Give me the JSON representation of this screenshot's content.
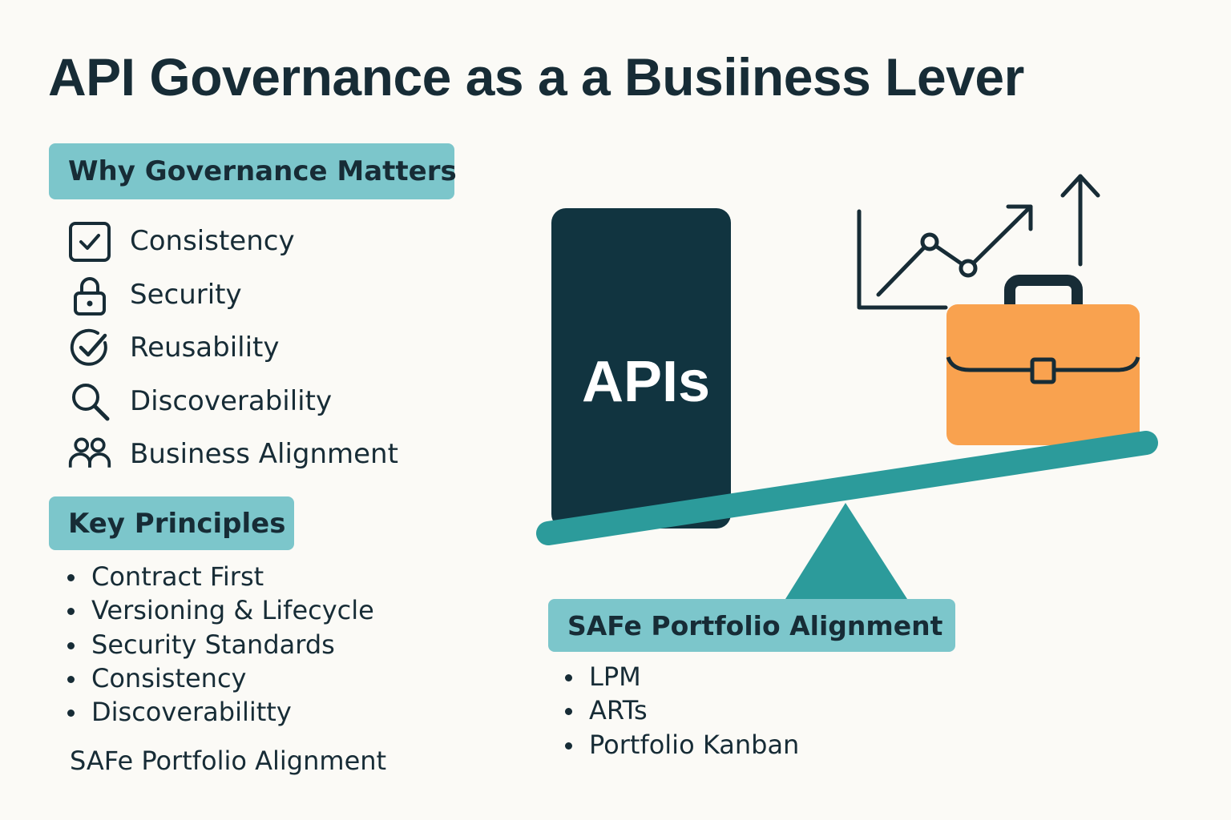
{
  "title": "API Governance as a a Busiiness Lever",
  "why_governance": {
    "heading": "Why Governance Matters",
    "items": [
      {
        "label": "Consistency",
        "icon": "checkbox-icon"
      },
      {
        "label": "Security",
        "icon": "lock-icon"
      },
      {
        "label": "Reusability",
        "icon": "check-circle-icon"
      },
      {
        "label": "Discoverability",
        "icon": "search-icon"
      },
      {
        "label": "Business Alignment",
        "icon": "users-icon"
      }
    ]
  },
  "key_principles": {
    "heading": "Key Principles",
    "items": [
      "Contract First",
      "Versioning & Lifecycle",
      "Security Standards",
      "Consistency",
      "Discoverabilitty"
    ]
  },
  "footer_note": "SAFe Portfolio Alignment",
  "seesaw": {
    "left_block_label": "APIs",
    "right_object_icon": "briefcase-icon",
    "chart_icon": "growth-chart-icon",
    "colors": {
      "api_block": "#113440",
      "beam": "#2c9b9b",
      "briefcase": "#f9a24f",
      "pill": "#7cc6cb"
    }
  },
  "safe_portfolio": {
    "heading": "SAFe Portfolio Alignment",
    "items": [
      "LPM",
      "ARTs",
      "Portfolio Kanban"
    ]
  }
}
